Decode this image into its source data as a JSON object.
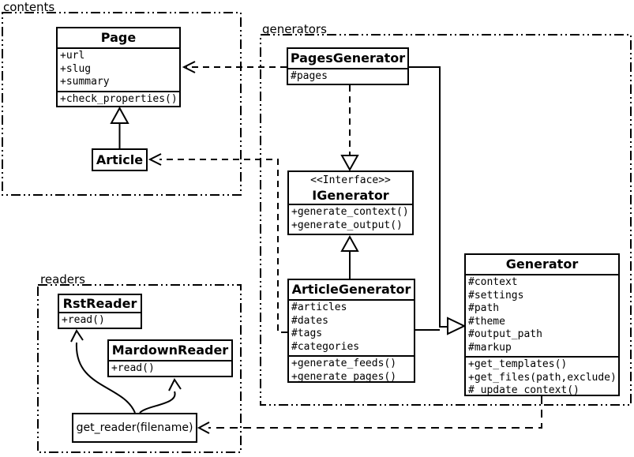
{
  "colors": {
    "line": "#000000",
    "background": "#ffffff"
  },
  "diagram": {
    "packages": {
      "contents": {
        "label": "contents"
      },
      "generators": {
        "label": "generators"
      },
      "readers": {
        "label": "readers"
      }
    },
    "classes": {
      "page": {
        "name": "Page",
        "attrs": [
          "+url",
          "+slug",
          "+summary"
        ],
        "methods": [
          "+check_properties()"
        ]
      },
      "article": {
        "name": "Article"
      },
      "pages_generator": {
        "name": "PagesGenerator",
        "attrs": [
          "#pages"
        ]
      },
      "igenerator": {
        "stereotype": "<<Interface>>",
        "name": "IGenerator",
        "methods": [
          "+generate_context()",
          "+generate_output()"
        ]
      },
      "article_generator": {
        "name": "ArticleGenerator",
        "attrs": [
          "#articles",
          "#dates",
          "#tags",
          "#categories"
        ],
        "methods": [
          "+generate_feeds()",
          "+generate_pages()"
        ]
      },
      "generator": {
        "name": "Generator",
        "attrs": [
          "#context",
          "#settings",
          "#path",
          "#theme",
          "#output_path",
          "#markup"
        ],
        "methods": [
          "+get_templates()",
          "+get_files(path,exclude)",
          "#_update_context()"
        ]
      },
      "rst_reader": {
        "name": "RstReader",
        "methods": [
          "+read()"
        ]
      },
      "markdown_reader": {
        "name": "MardownReader",
        "methods": [
          "+read()"
        ]
      },
      "get_reader": {
        "label": "get_reader(filename)"
      }
    }
  }
}
